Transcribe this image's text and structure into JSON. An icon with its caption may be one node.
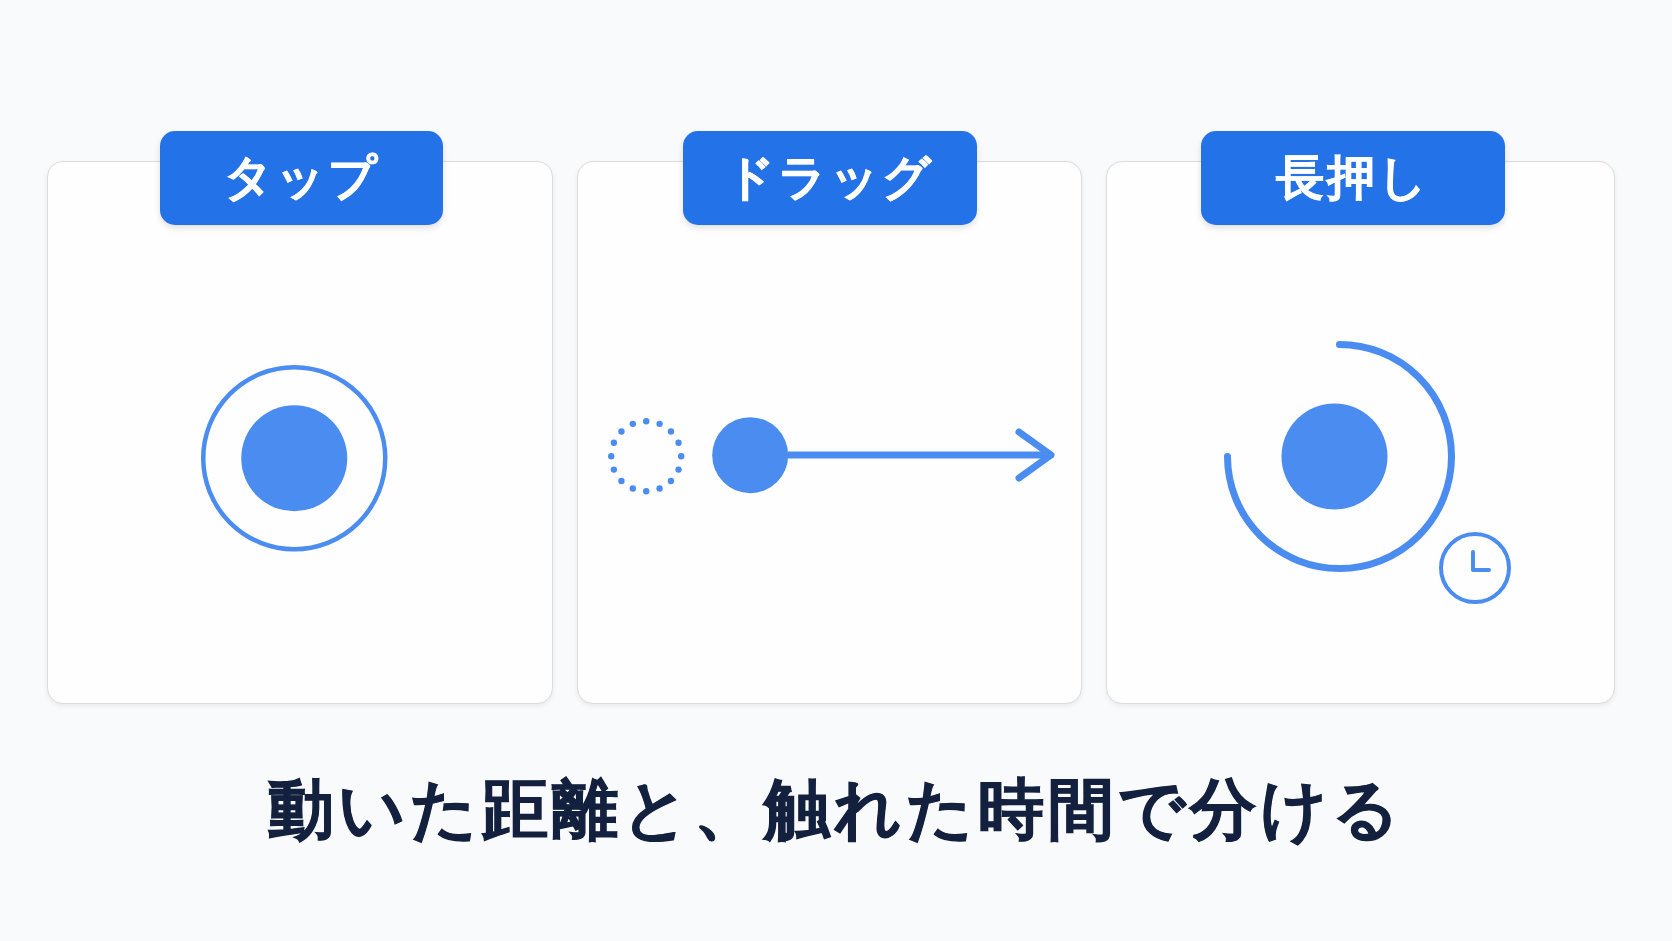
{
  "diagram": {
    "caption": "動いた距離と、触れた時間で分ける",
    "nodes": [
      {
        "text": [
          "タップ"
        ]
      },
      {
        "text": [
          "ドラッグ"
        ]
      },
      {
        "text": [
          "長押し"
        ]
      }
    ]
  }
}
